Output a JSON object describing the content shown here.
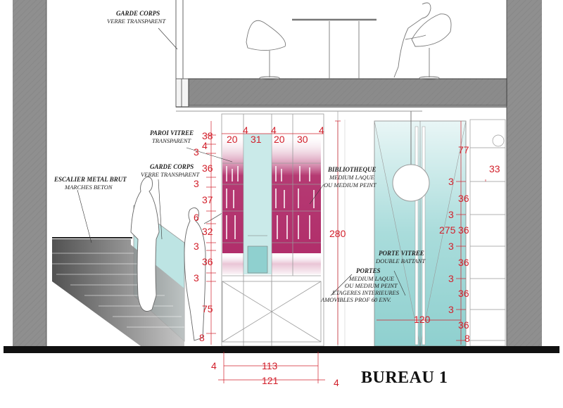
{
  "labels": {
    "garde_corps_top": {
      "title": "GARDE CORPS",
      "sub": "VERRE TRANSPARENT"
    },
    "paroi_vitree": {
      "title": "PAROI VITREE",
      "sub": "TRANSPARENT"
    },
    "garde_corps_mid": {
      "title": "GARDE CORPS",
      "sub": "VERRE TRANSPARENT"
    },
    "escalier": {
      "title": "ESCALIER METAL BRUT",
      "sub": "MARCHES BETON"
    },
    "bibliotheque": {
      "title": "BIBLIOTHEQUE",
      "sub1": "MEDIUM LAQUE",
      "sub2": "OU MEDIUM PEINT"
    },
    "porte_vitree": {
      "title": "PORTE VITREE",
      "sub": "DOUBLE BATTANT"
    },
    "portes": {
      "title": "PORTES",
      "sub1": "MEDIUM LAQUE",
      "sub2": "OU MEDIUM PEINT",
      "sub3": "ETAGERES INTERIEURES",
      "sub4": "AMOVIBLES PROF 60 ENV."
    }
  },
  "dims": {
    "top_row": [
      "4",
      "20",
      "31",
      "4",
      "20",
      "30",
      "4"
    ],
    "left_col": [
      "38",
      "4",
      "3",
      "36",
      "3",
      "37",
      "6",
      "32",
      "3",
      "36",
      "3",
      "75",
      "8"
    ],
    "height_280": "280",
    "bottom": [
      "4",
      "113",
      "121",
      "4"
    ],
    "right_col": [
      "77",
      "3",
      "36",
      "3",
      "36",
      "3",
      "36",
      "3",
      "36",
      "3",
      "36",
      "8"
    ],
    "right_275": "275",
    "right_33": "33",
    "door_width": "120"
  },
  "title": "BUREAU 1",
  "colors": {
    "wall": "#8f8f8f",
    "slab": "#8a8a8a",
    "dimension": "#d2202b",
    "shelf_magenta": "#a8175a",
    "glass": "#8fd0cf"
  }
}
